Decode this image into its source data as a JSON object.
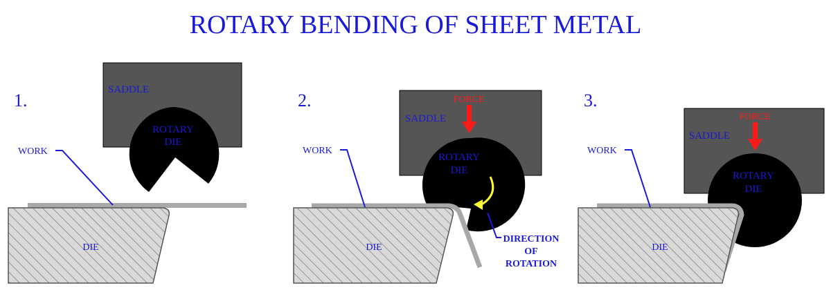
{
  "title": "ROTARY BENDING OF SHEET METAL",
  "colors": {
    "title": "#1a1ad6",
    "label": "#1a1ad6",
    "force": "#ff1a1a",
    "rotation_arrow": "#ffff33",
    "saddle": "#555555",
    "rotary_die": "#000000",
    "sheet": "#a8a8a8",
    "die_fill": "#d9d9d9",
    "die_hatch": "#7a7a7a"
  },
  "panels": [
    {
      "number": "1.",
      "saddle_label": "SADDLE",
      "rotary_die_label": [
        "ROTARY",
        "DIE"
      ],
      "work_label": "WORK",
      "die_label": "DIE"
    },
    {
      "number": "2.",
      "saddle_label": "SADDLE",
      "force_label": "FORCE",
      "rotary_die_label": [
        "ROTARY",
        "DIE"
      ],
      "work_label": "WORK",
      "die_label": "DIE",
      "rotation_label": [
        "DIRECTION",
        "OF",
        "ROTATION"
      ]
    },
    {
      "number": "3.",
      "saddle_label": "SADDLE",
      "force_label": "FORCE",
      "rotary_die_label": [
        "ROTARY",
        "DIE"
      ],
      "work_label": "WORK",
      "die_label": "DIE"
    }
  ]
}
